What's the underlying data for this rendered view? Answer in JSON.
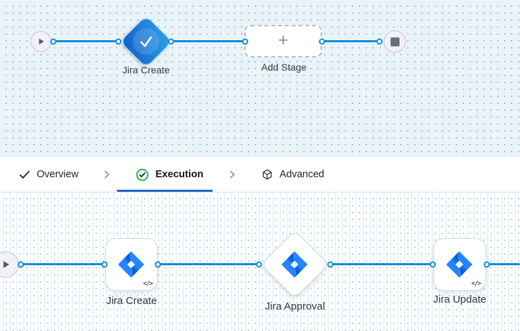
{
  "colors": {
    "edge_blue": "#0d8cd7",
    "tab_underline_blue": "#2064c6",
    "stage_diamond_blue": "#1b74d6",
    "success_green": "#38c14f",
    "canvas_top_bg": "#e9f4fa",
    "canvas_bottom_bg": "#fdfefe"
  },
  "icons": {
    "start": "play-icon",
    "end": "stop-icon",
    "stage_check": "check-icon",
    "overview": "check-icon",
    "execution": "success-circle-icon",
    "advanced": "cube-icon",
    "step_logo": "jira-icon",
    "code": "code-icon"
  },
  "stage_canvas": {
    "stage_label": "Jira Create",
    "add_stage_label": "Add Stage",
    "plus": "+"
  },
  "tabbar": {
    "tabs": [
      {
        "label": "Overview",
        "active": false
      },
      {
        "label": "Execution",
        "active": true
      },
      {
        "label": "Advanced",
        "active": false
      }
    ]
  },
  "execution_canvas": {
    "steps": [
      {
        "label": "Jira Create",
        "badge": "</>"
      },
      {
        "label": "Jira Approval",
        "badge": ""
      },
      {
        "label": "Jira Update",
        "badge": "</>"
      }
    ]
  }
}
